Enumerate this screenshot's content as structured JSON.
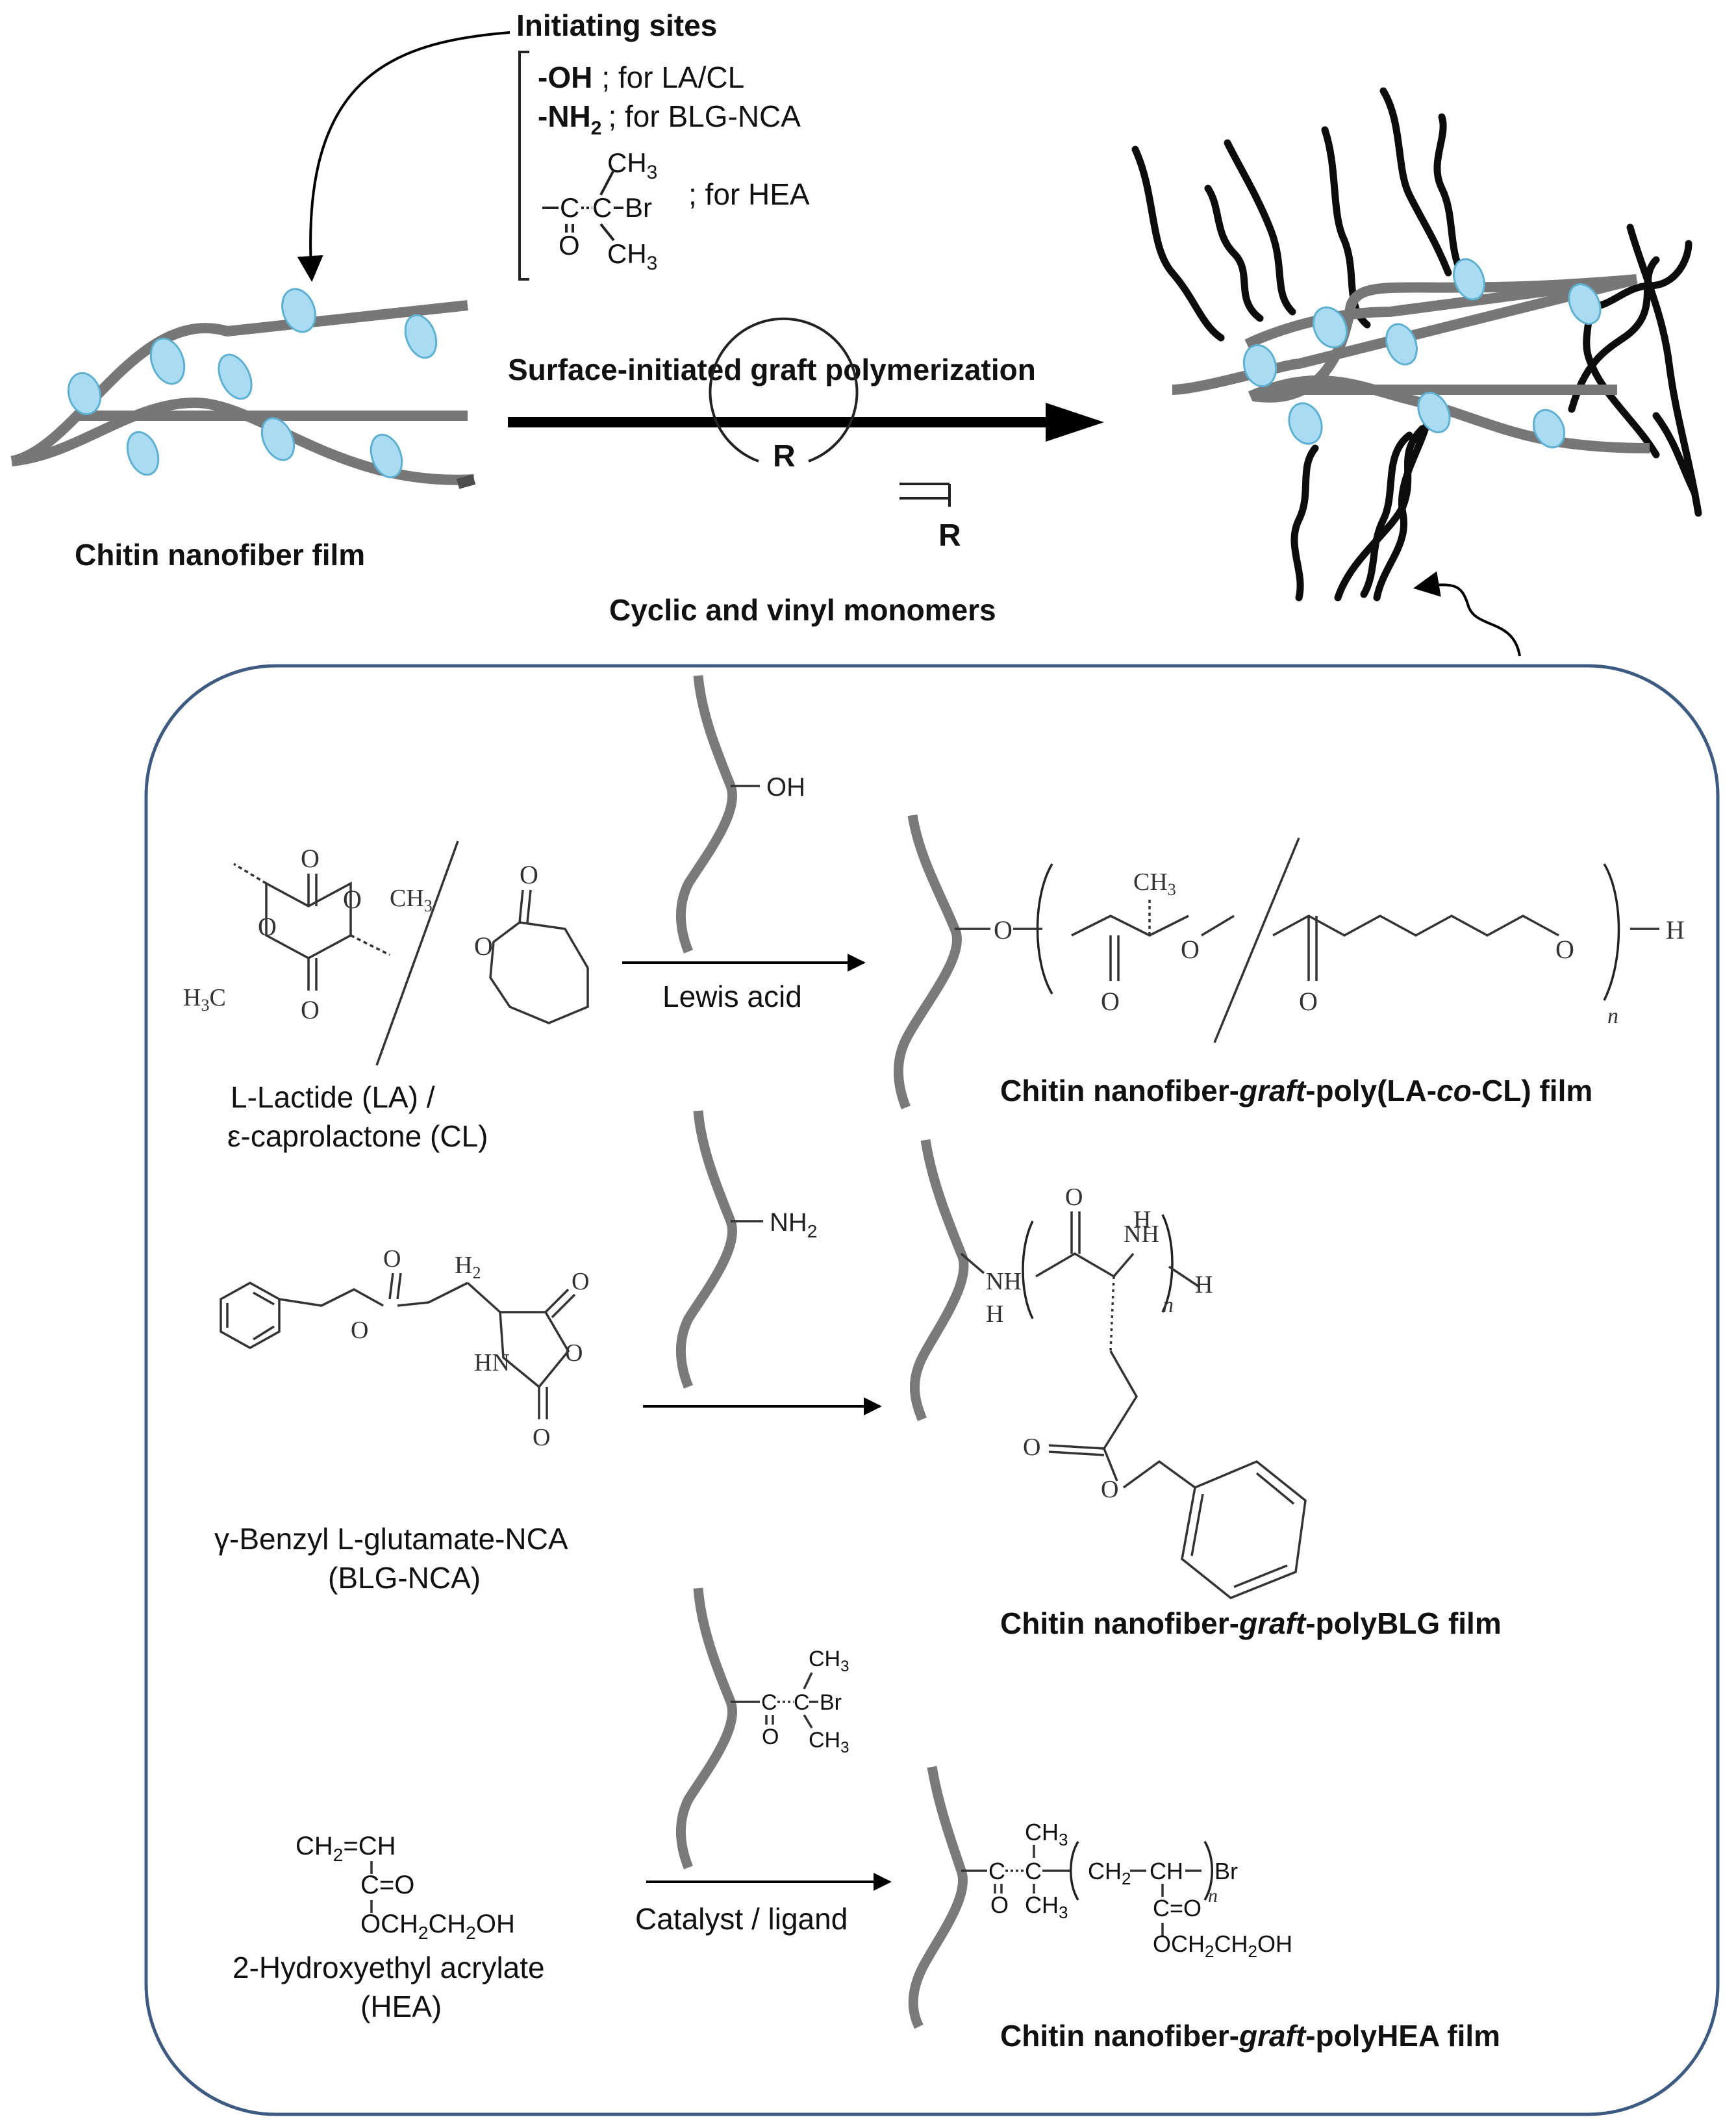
{
  "colors": {
    "site_fill": "#a9dcf2",
    "fiber": "#777777",
    "panel_border": "#3d5a80"
  },
  "top": {
    "initiating_sites_title": "Initiating sites",
    "oh_group": "-OH",
    "oh_for": "; for LA/CL",
    "nh2_group": "-NH",
    "nh2_sub": "2",
    "nh2_for": "; for BLG-NCA",
    "br_for": "; for HEA",
    "reaction_label": "Surface-initiated graft polymerization",
    "film_label": "Chitin nanofiber film",
    "monomers_label": "Cyclic and vinyl monomers",
    "monomer_r": "R"
  },
  "chem": {
    "ch3": "CH",
    "sub3": "3",
    "c": "C",
    "br": "Br",
    "o": "O",
    "oh": "OH",
    "nh2": "NH",
    "sub2": "2",
    "h": "H",
    "n": "n",
    "o_link": "O",
    "h3c": "H",
    "hn": "HN",
    "ch2_ring": "H",
    "bromo_end": "Br",
    "ch2": "CH",
    "ch": "CH",
    "c_eq_o": "C=O",
    "och2ch2oh": "OCH",
    "och2ch2oh_mid": "CH",
    "och2ch2oh_end": "OH",
    "ch2_eq_ch": "CH",
    "eq_ch": "=CH"
  },
  "rows": [
    {
      "monomer_label_1": "L-Lactide (LA) /",
      "monomer_label_2": "ε-caprolactone (CL)",
      "condition": "Lewis acid",
      "product_prefix": "Chitin nanofiber-",
      "product_graft": "graft",
      "product_mid": "-poly(LA-",
      "product_co": "co",
      "product_suffix": "-CL) film"
    },
    {
      "monomer_label_1": "γ-Benzyl L-glutamate-NCA",
      "monomer_label_2": "(BLG-NCA)",
      "condition": "",
      "product_prefix": "Chitin nanofiber-",
      "product_graft": "graft",
      "product_suffix": "-polyBLG film"
    },
    {
      "monomer_label_1": "2-Hydroxyethyl acrylate",
      "monomer_label_2": "(HEA)",
      "condition": "Catalyst / ligand",
      "product_prefix": "Chitin nanofiber-",
      "product_graft": "graft",
      "product_suffix": "-polyHEA film"
    }
  ]
}
